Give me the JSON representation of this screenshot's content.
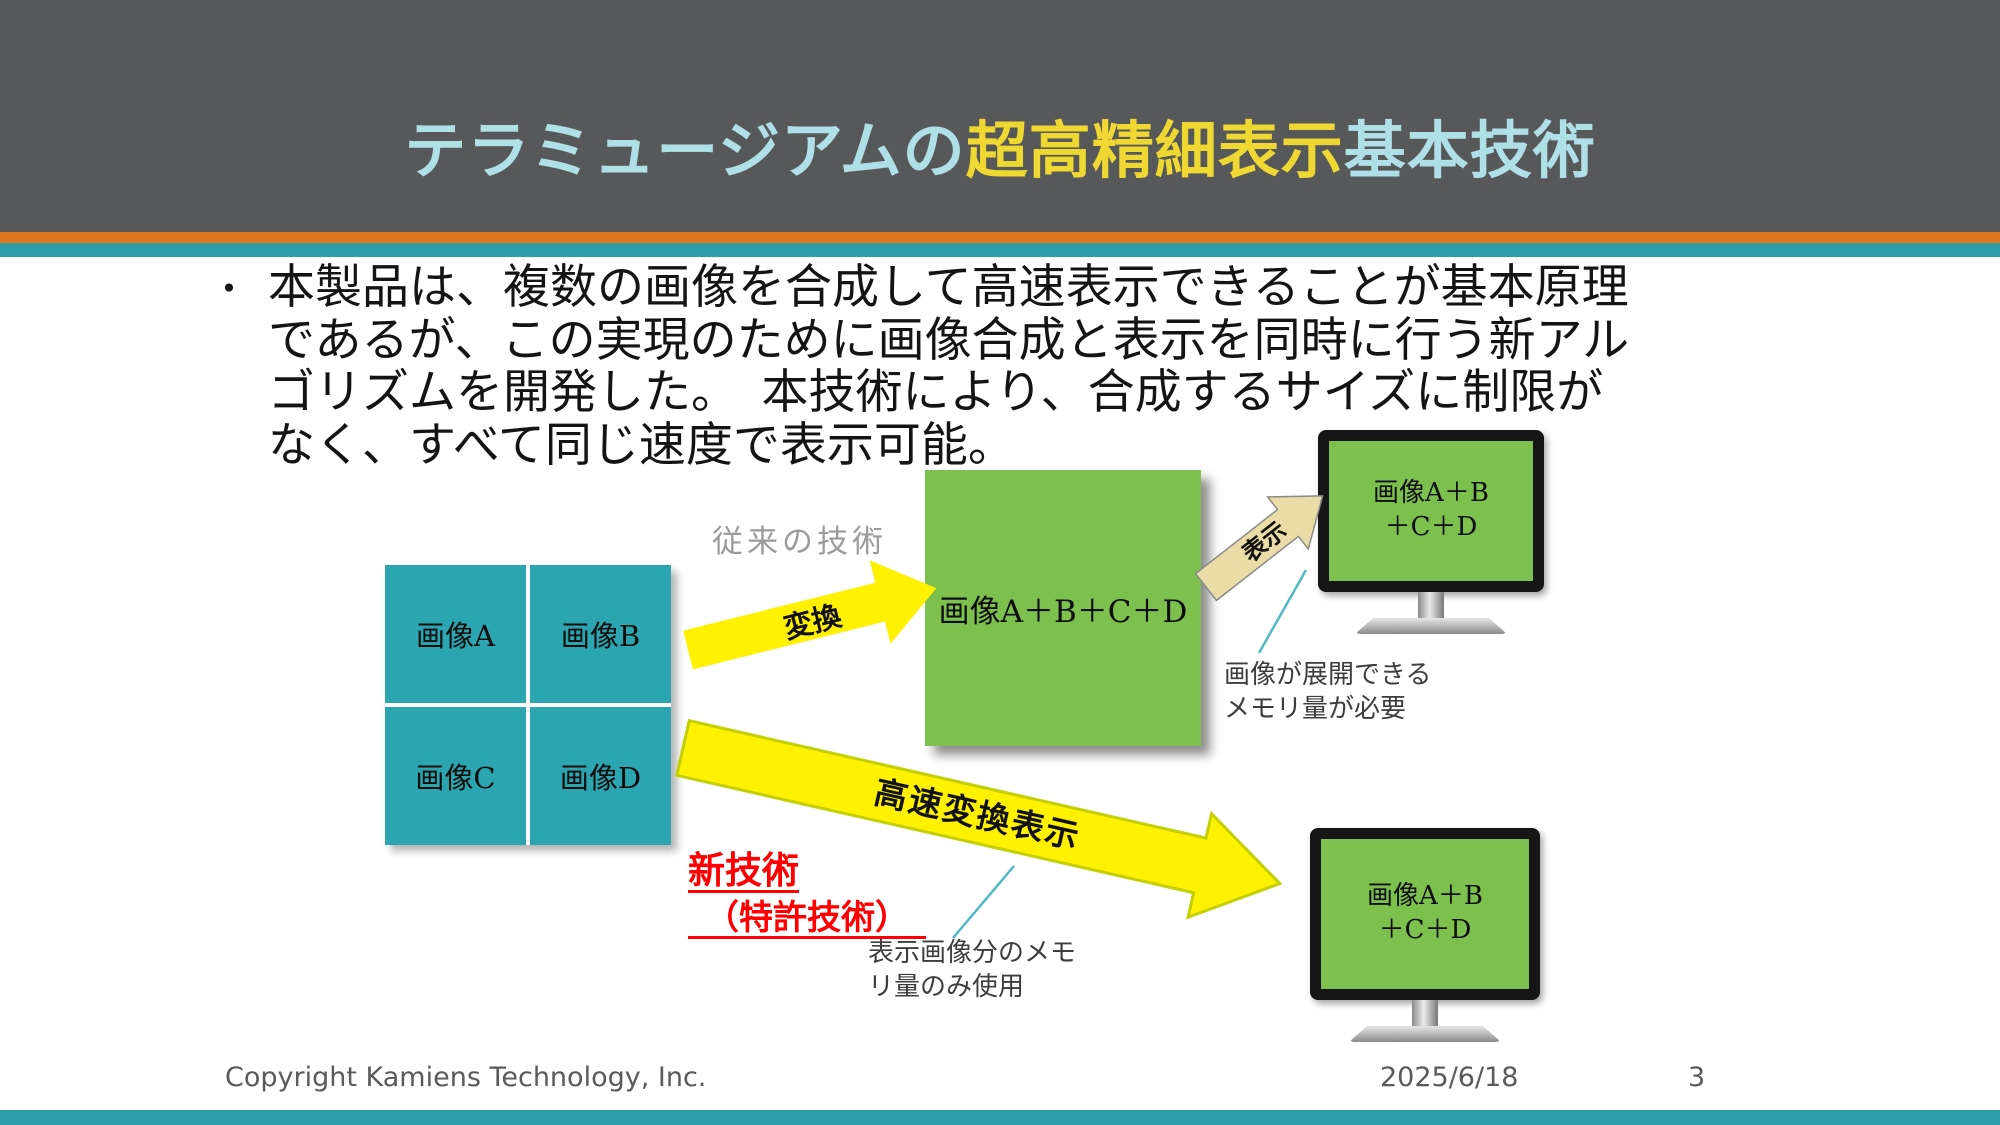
{
  "colors": {
    "header_bg": "#57585A",
    "title_cyan": "#AFE0E8",
    "title_yellow": "#F0D832",
    "stripe_orange": "#E0751F",
    "stripe_teal": "#2E9DA8",
    "grid_teal": "#2BA5AF",
    "box_green": "#7DC04E",
    "arrow_yellow": "#FFF101",
    "arrow_tan": "#EADCA6",
    "callout_teal": "#4FB9C6",
    "new_tech_red": "#FF0000"
  },
  "title": {
    "part1": "テラミュージアムの",
    "part2": "超高精細表示",
    "part3": "基本技術"
  },
  "body": {
    "bullet": "・",
    "lines": [
      "本製品は、複数の画像を合成して高速表示できることが基本原理",
      "であるが、この実現のために画像合成と表示を同時に行う新アル",
      "ゴリズムを開発した。　本技術により、合成するサイズに制限が",
      "なく、すべて同じ速度で表示可能。"
    ]
  },
  "diagram": {
    "legacy_label": "従来の技術",
    "grid_cells": [
      "画像A",
      "画像B",
      "画像C",
      "画像D"
    ],
    "convert_arrow": "変換",
    "merged_box": "画像A＋B＋C＋D",
    "display_arrow": "表示",
    "monitor_top": "画像A＋B\n＋C＋D",
    "note_top": "画像が展開できる\nメモリ量が必要",
    "fast_arrow": "高速変換表示",
    "new_tech": "新技術",
    "patent": "　（特許技術）　",
    "note_bottom": "表示画像分のメモ\nリ量のみ使用",
    "monitor_bottom": "画像A＋B\n＋C＋D"
  },
  "footer": {
    "copyright": "Copyright Kamiens Technology, Inc.",
    "date": "2025/6/18",
    "page": "3"
  }
}
